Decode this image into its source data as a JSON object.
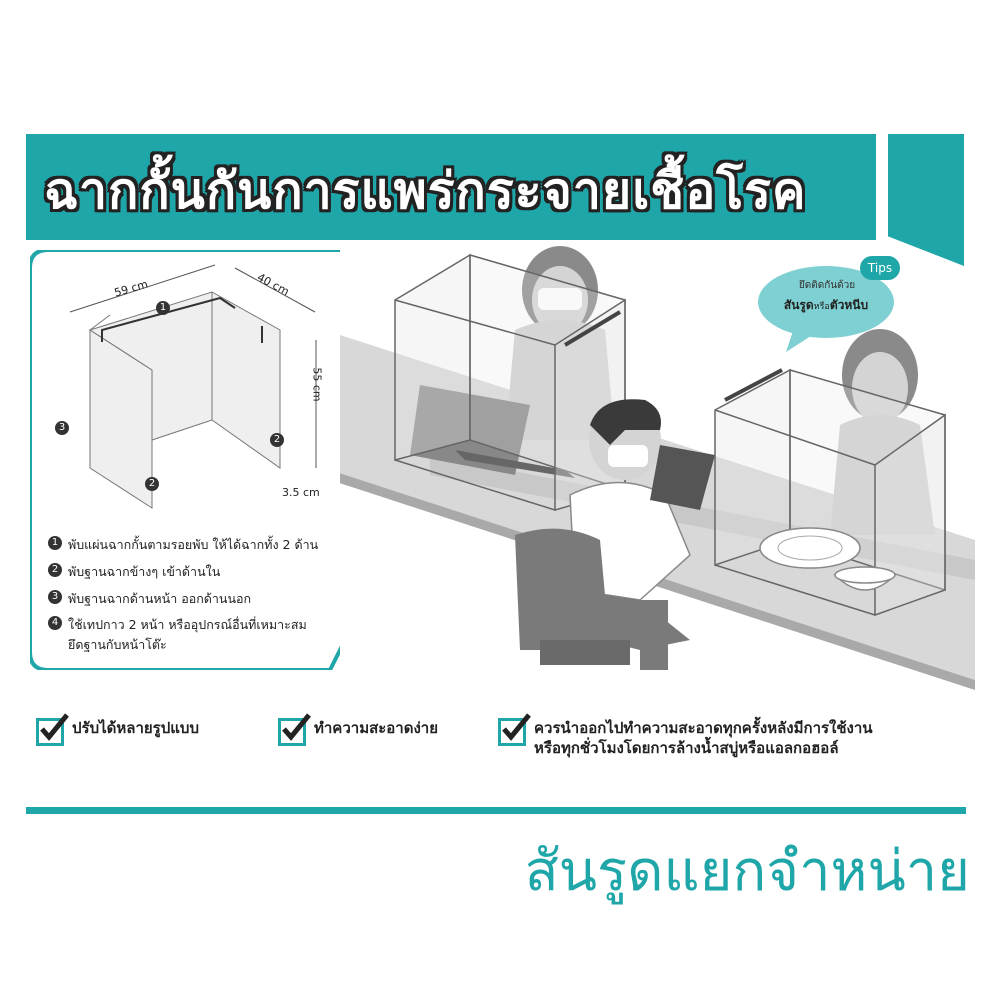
{
  "header": {
    "title": "ฉากกั้นกันการแพร่กระจายเชื้อโรค"
  },
  "inset": {
    "dimensions": {
      "width": "59 cm",
      "depth": "40 cm",
      "height": "55 cm",
      "base": "3.5 cm"
    },
    "steps": [
      {
        "num": "1",
        "text": "พับแผ่นฉากกั้นตามรอยพับ ให้ได้ฉากทั้ง 2 ด้าน"
      },
      {
        "num": "2",
        "text": "พับฐานฉากข้างๆ เข้าด้านใน"
      },
      {
        "num": "3",
        "text": "พับฐานฉากด้านหน้า ออกด้านนอก"
      },
      {
        "num": "4",
        "text": "ใช้เทปกาว 2 หน้า หรืออุปกรณ์อื่นที่เหมาะสม",
        "text2": "ยึดฐานกับหน้าโต๊ะ"
      }
    ],
    "markers": [
      "1",
      "2",
      "3",
      "2"
    ]
  },
  "tips": {
    "badge": "Tips",
    "line1": "ยึดติดกันด้วย",
    "line2_a": "สันรูด",
    "line2_or": "หรือ",
    "line2_b": "ตัวหนีบ"
  },
  "features": [
    {
      "text": "ปรับได้หลายรูปแบบ"
    },
    {
      "text": "ทำความสะอาดง่าย"
    },
    {
      "text": "ควรนำออกไปทำความสะอาดทุกครั้งหลังมีการใช้งาน",
      "text2": "หรือทุกชั่วโมงโดยการล้างน้ำสบู่หรือแอลกอฮอล์"
    }
  ],
  "footer": {
    "distributor": "สันรูดแยกจำหน่าย"
  },
  "colors": {
    "accent": "#1fa6a9",
    "tips_bubble": "#7fd0d2",
    "figure_gray": "#bdbdbd"
  }
}
